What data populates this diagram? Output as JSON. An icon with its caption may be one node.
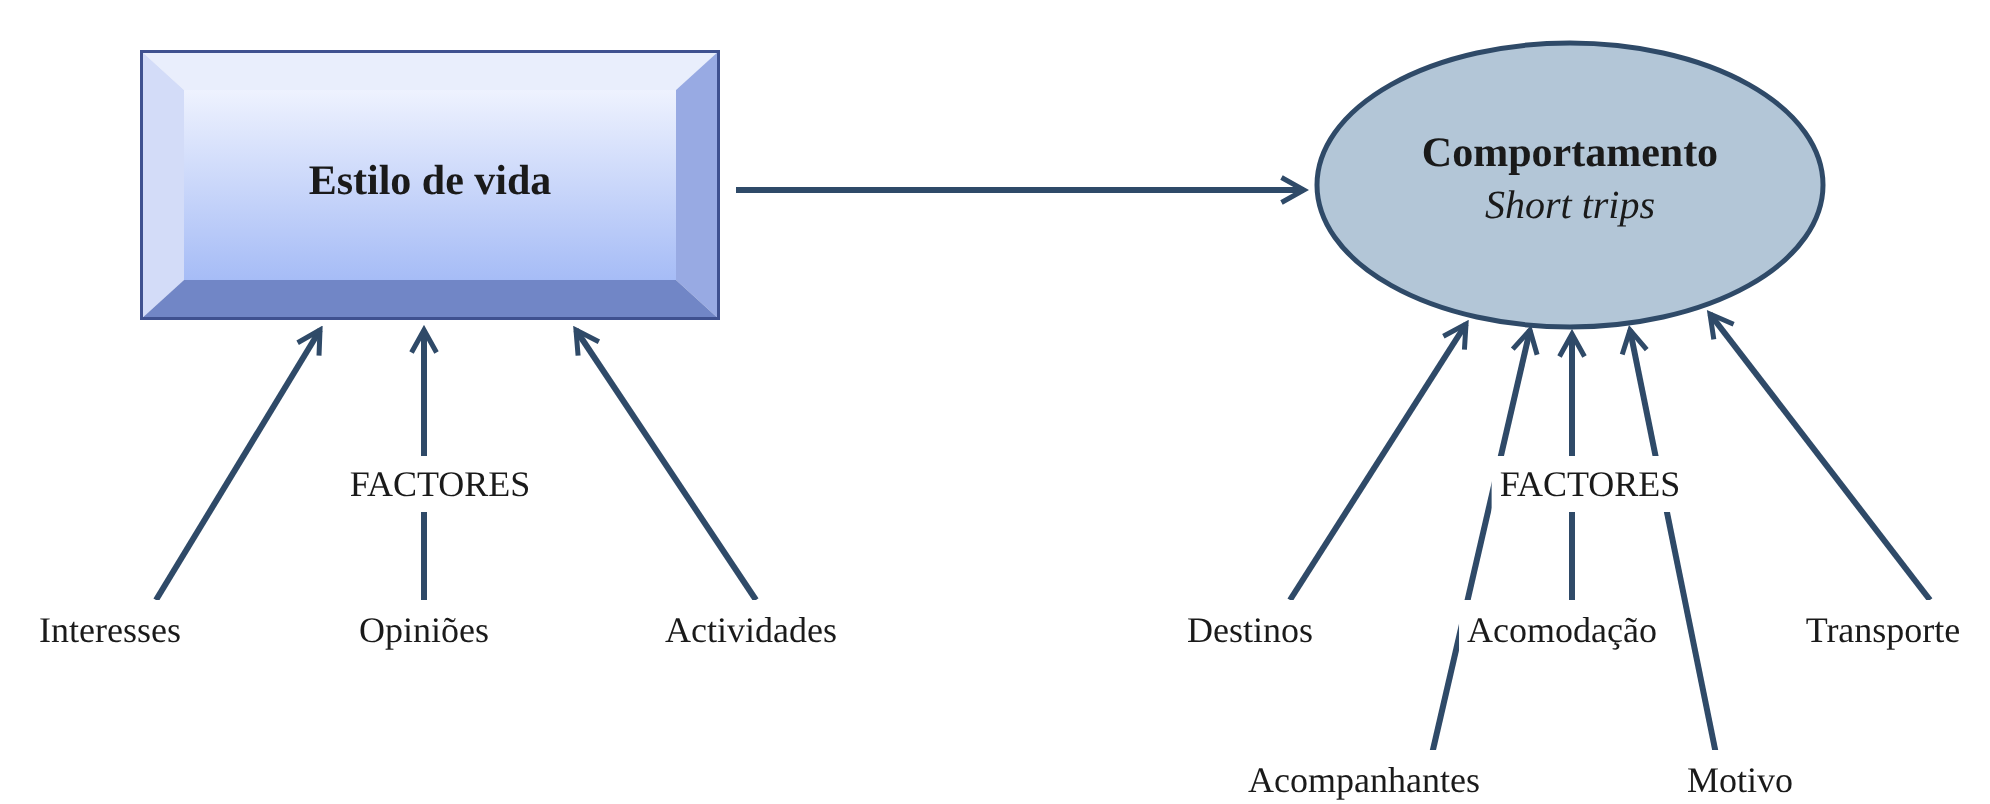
{
  "diagram": {
    "nodes": [
      {
        "text": [
          "Estilo de vida"
        ]
      },
      {
        "text": [
          "Comportamento",
          "Short trips"
        ]
      },
      {
        "text": [
          "Interesses"
        ]
      },
      {
        "text": [
          "Opiniões"
        ]
      },
      {
        "text": [
          "Actividades"
        ]
      },
      {
        "text": [
          "Destinos"
        ]
      },
      {
        "text": [
          "Acomodação"
        ]
      },
      {
        "text": [
          "Transporte"
        ]
      },
      {
        "text": [
          "Acompanhantes"
        ]
      },
      {
        "text": [
          "Motivo"
        ]
      }
    ],
    "edges": [
      {
        "from": 0,
        "to": 1,
        "arrow": "to"
      },
      {
        "from": 2,
        "to": 0,
        "arrow": "to"
      },
      {
        "from": 3,
        "to": 0,
        "arrow": "to"
      },
      {
        "from": 4,
        "to": 0,
        "arrow": "to"
      },
      {
        "from": 5,
        "to": 1,
        "arrow": "to"
      },
      {
        "from": 8,
        "to": 1,
        "arrow": "to"
      },
      {
        "from": 6,
        "to": 1,
        "arrow": "to"
      },
      {
        "from": 9,
        "to": 1,
        "arrow": "to"
      },
      {
        "from": 7,
        "to": 1,
        "arrow": "to"
      }
    ],
    "labels": [
      "FACTORES",
      "FACTORES"
    ]
  }
}
